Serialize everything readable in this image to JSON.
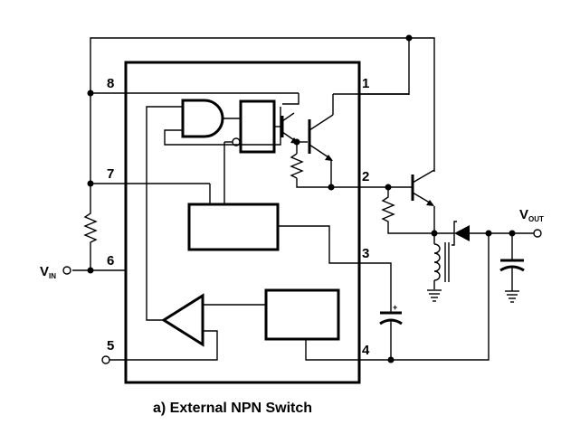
{
  "caption": "a) External NPN Switch",
  "pins": {
    "p1": "1",
    "p2": "2",
    "p3": "3",
    "p4": "4",
    "p5": "5",
    "p6": "6",
    "p7": "7",
    "p8": "8"
  },
  "labels": {
    "vin_main": "V",
    "vin_sub": "IN",
    "vout_main": "V",
    "vout_sub": "OUT",
    "cap_plus": "+"
  }
}
